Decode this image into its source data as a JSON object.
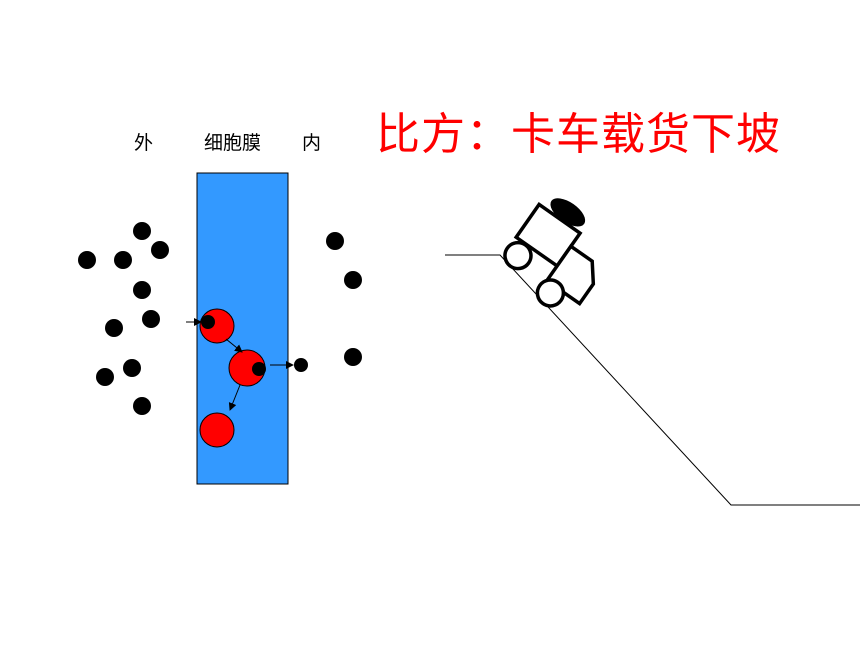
{
  "labels": {
    "outside": "外",
    "membrane": "细胞膜",
    "inside": "内"
  },
  "title": "比方：卡车载货下坡",
  "colors": {
    "membrane_fill": "#3399ff",
    "carrier_fill": "#ff0000",
    "title_color": "#ff0000",
    "molecule": "#000000"
  }
}
